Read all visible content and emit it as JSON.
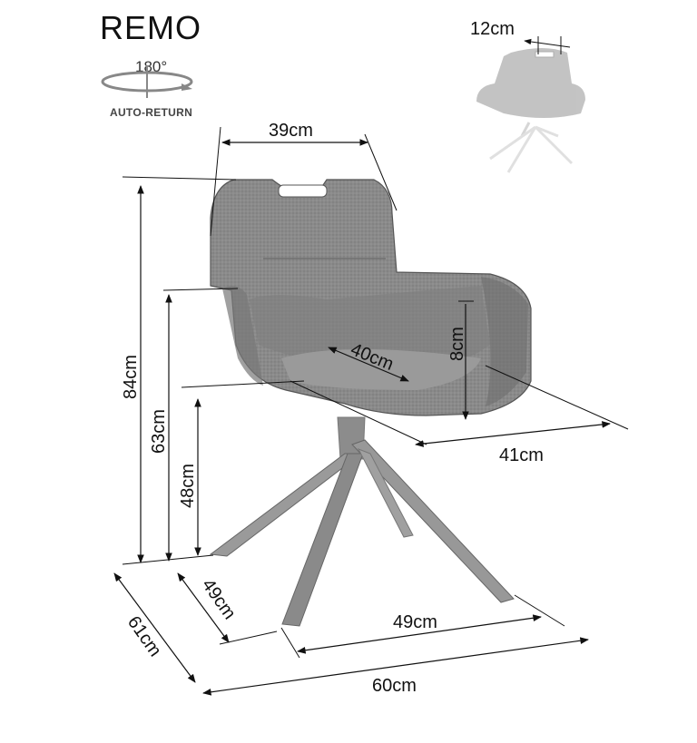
{
  "product": {
    "title": "REMO",
    "rotation_label": "180°",
    "feature_label": "AUTO-RETURN"
  },
  "dimensions": {
    "handle_width": "12cm",
    "back_width": "39cm",
    "total_height": "84cm",
    "armrest_height": "63cm",
    "seat_height": "48cm",
    "seat_depth": "40cm",
    "armrest_thickness": "8cm",
    "inner_width": "41cm",
    "base_depth": "49cm",
    "base_width": "49cm",
    "total_depth": "61cm",
    "total_width": "60cm"
  },
  "colors": {
    "fabric": "#8a8a8a",
    "fabric_dark": "#6d6d6d",
    "fabric_light": "#a3a3a3",
    "leg": "#8c8c8c",
    "line": "#111111"
  }
}
